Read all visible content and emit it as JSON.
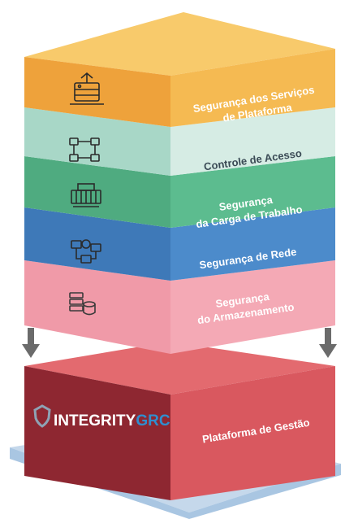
{
  "layers": [
    {
      "id": "platform-services",
      "lines": [
        "Segurança dos Serviços",
        "de Plataforma"
      ],
      "icon": "server-icon",
      "colors": {
        "top": "#f8ca6b",
        "left": "#eea23b",
        "right": "#f5ba52"
      }
    },
    {
      "id": "access-control",
      "lines": [
        "Controle de Acesso"
      ],
      "icon": "flowchart-icon",
      "colors": {
        "left": "#a8d7c7",
        "right": "#d6ece4"
      }
    },
    {
      "id": "workload",
      "lines": [
        "Segurança",
        "da Carga de Trabalho"
      ],
      "icon": "cargo-icon",
      "colors": {
        "left": "#4fab80",
        "right": "#5cbc8f"
      }
    },
    {
      "id": "network",
      "lines": [
        "Segurança de Rede"
      ],
      "icon": "network-icon",
      "colors": {
        "left": "#3e79b8",
        "right": "#4c8bcb"
      }
    },
    {
      "id": "storage",
      "lines": [
        "Segurança",
        "do Armazenamento"
      ],
      "icon": "database-icon",
      "colors": {
        "left": "#f09aa8",
        "right": "#f4a9b5"
      }
    }
  ],
  "management": {
    "brand_main": "INTEGRITY",
    "brand_accent": "GRC",
    "label": "Plataforma de Gestão",
    "colors": {
      "top": "#e36a6f",
      "left": "#8e2731",
      "right": "#d9585f",
      "brand_accent": "#2f8fd0"
    }
  },
  "base": {
    "colors": {
      "top": "#c5d8eb",
      "side": "#a9c6e2"
    }
  },
  "arrows": {
    "color": "#6b6b6b"
  }
}
